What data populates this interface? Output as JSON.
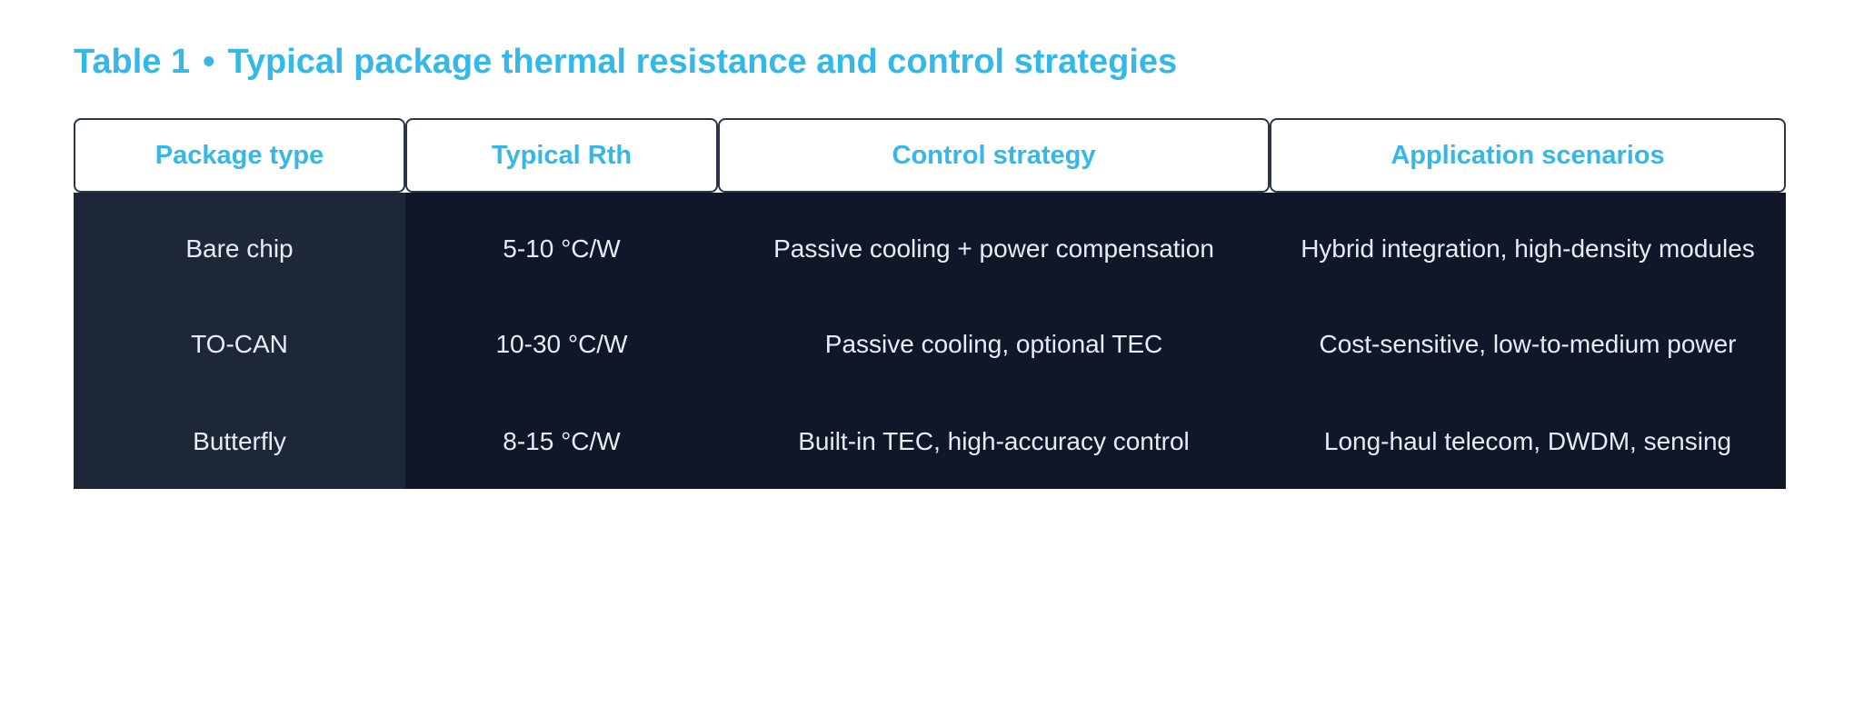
{
  "title": {
    "label": "Table 1",
    "separator": "•",
    "text": "Typical package thermal resistance and control strategies"
  },
  "table": {
    "headers": [
      "Package type",
      "Typical Rth",
      "Control strategy",
      "Application scenarios"
    ],
    "rows": [
      [
        "Bare chip",
        "5-10 °C/W",
        "Passive cooling + power compensation",
        "Hybrid integration, high-density modules"
      ],
      [
        "TO-CAN",
        "10-30 °C/W",
        "Passive cooling, optional TEC",
        "Cost-sensitive, low-to-medium power"
      ],
      [
        "Butterfly",
        "8-15 °C/W",
        "Built-in TEC, high-accuracy control",
        "Long-haul telecom, DWDM, sensing"
      ]
    ]
  },
  "colors": {
    "accent": "#35b8e8",
    "table_body": "#0f1729",
    "first_column": "#1e2738",
    "cell_text": "#e8ecf2",
    "header_border": "#2a3548"
  }
}
